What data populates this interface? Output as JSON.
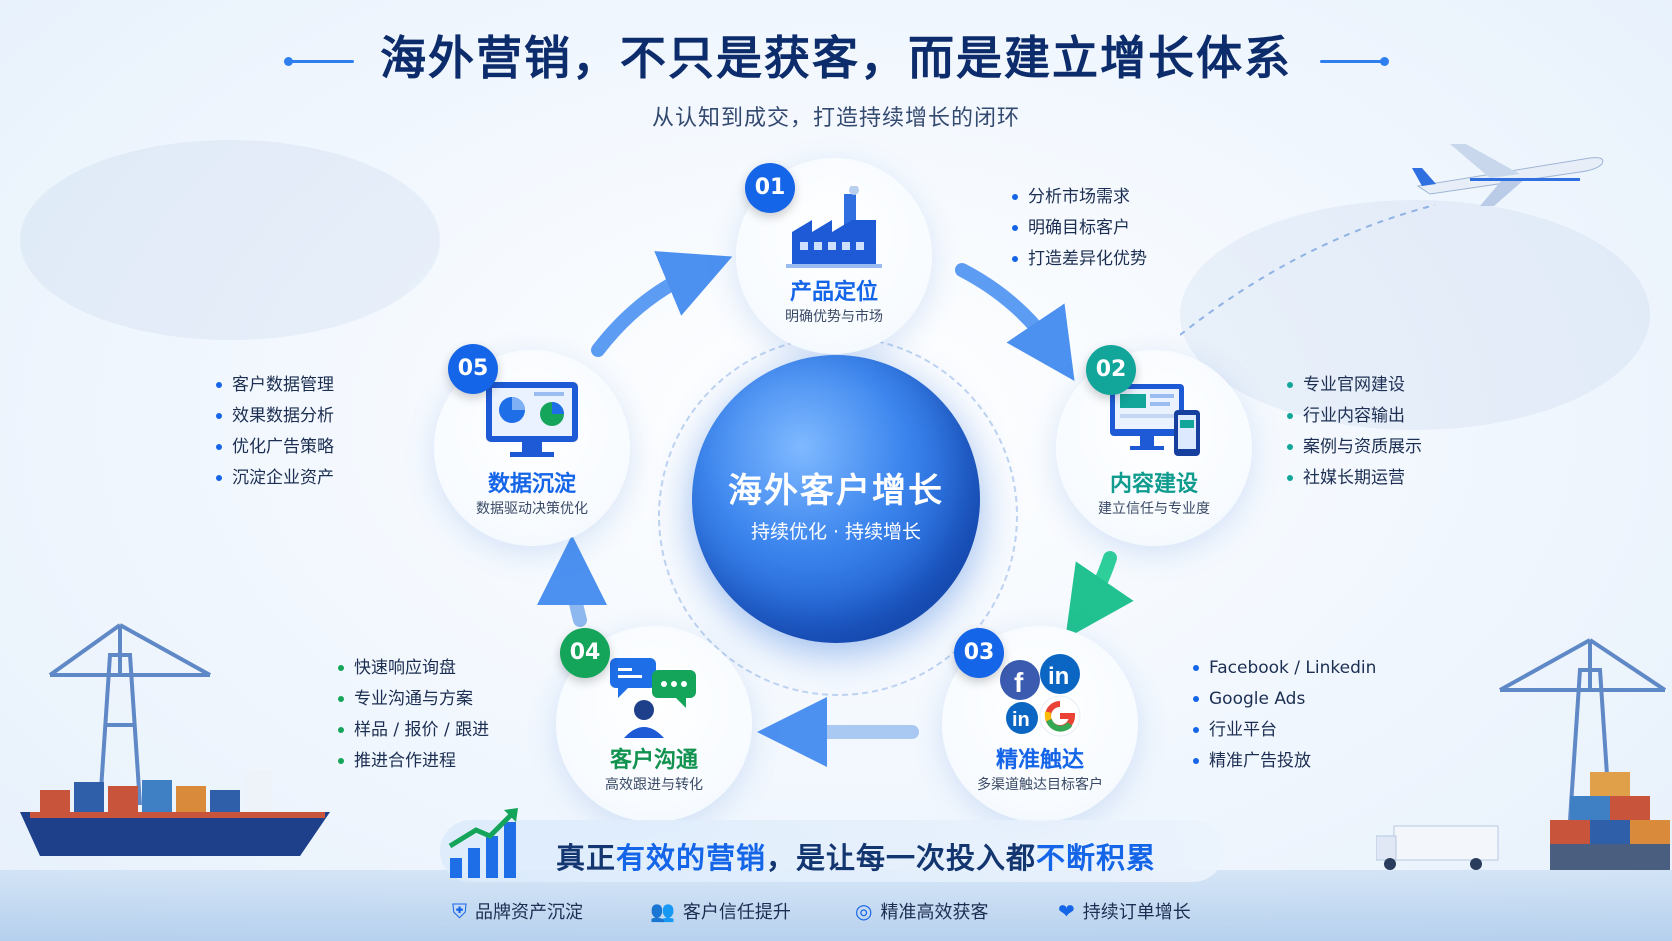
{
  "header": {
    "title": "海外营销，不只是获客，而是建立增长体系",
    "subtitle": "从认知到成交，打造持续增长的闭环"
  },
  "center": {
    "title": "海外客户增长",
    "subtitle": "持续优化 · 持续增长"
  },
  "steps": [
    {
      "num": "01",
      "title": "产品定位",
      "sub": "明确优势与市场",
      "icon": "factory-icon",
      "items": [
        "分析市场需求",
        "明确目标客户",
        "打造差异化优势"
      ]
    },
    {
      "num": "02",
      "title": "内容建设",
      "sub": "建立信任与专业度",
      "icon": "website-devices-icon",
      "items": [
        "专业官网建设",
        "行业内容输出",
        "案例与资质展示",
        "社媒长期运营"
      ]
    },
    {
      "num": "03",
      "title": "精准触达",
      "sub": "多渠道触达目标客户",
      "icon": "social-channels-icon",
      "items": [
        "Facebook / Linkedin",
        "Google Ads",
        "行业平台",
        "精准广告投放"
      ]
    },
    {
      "num": "04",
      "title": "客户沟通",
      "sub": "高效跟进与转化",
      "icon": "chat-bubbles-icon",
      "items": [
        "快速响应询盘",
        "专业沟通与方案",
        "样品 / 报价 / 跟进",
        "推进合作进程"
      ]
    },
    {
      "num": "05",
      "title": "数据沉淀",
      "sub": "数据驱动决策优化",
      "icon": "analytics-monitor-icon",
      "items": [
        "客户数据管理",
        "效果数据分析",
        "优化广告策略",
        "沉淀企业资产"
      ]
    }
  ],
  "banner": {
    "part1": "真正",
    "part2": "有效的营销",
    "part3": "，是让每一次投入都",
    "part4": "不断积累"
  },
  "benefits": [
    {
      "icon": "shield-icon",
      "label": "品牌资产沉淀"
    },
    {
      "icon": "users-icon",
      "label": "客户信任提升"
    },
    {
      "icon": "target-icon",
      "label": "精准高效获客"
    },
    {
      "icon": "handshake-icon",
      "label": "持续订单增长"
    }
  ],
  "colors": {
    "primary": "#1565e8",
    "teal": "#12a59a",
    "green": "#14a45a",
    "navy": "#0d2c6b"
  }
}
